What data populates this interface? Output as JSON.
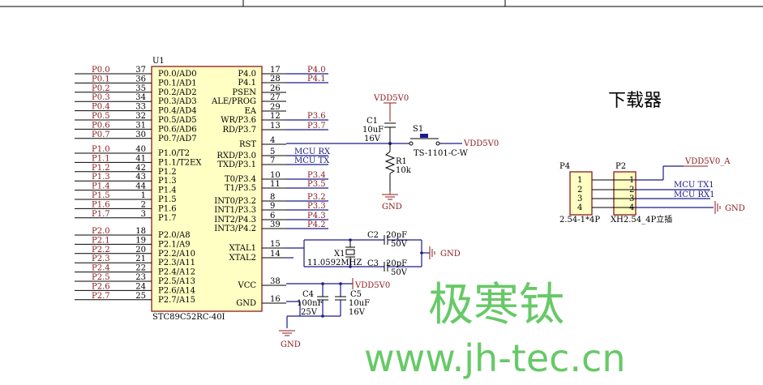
{
  "u1": {
    "designator": "U1",
    "part": "STC89C52RC-40I",
    "left_pins": [
      {
        "net": "P0.0",
        "num": "37",
        "name": "P0.0/AD0"
      },
      {
        "net": "P0.1",
        "num": "36",
        "name": "P0.1/AD1"
      },
      {
        "net": "P0.2",
        "num": "35",
        "name": "P0.2/AD2"
      },
      {
        "net": "P0.3",
        "num": "34",
        "name": "P0.3/AD3"
      },
      {
        "net": "P0.4",
        "num": "33",
        "name": "P0.4/AD4"
      },
      {
        "net": "P0.5",
        "num": "32",
        "name": "P0.5/AD5"
      },
      {
        "net": "P0.6",
        "num": "31",
        "name": "P0.6/AD6"
      },
      {
        "net": "P0.7",
        "num": "30",
        "name": "P0.7/AD7"
      },
      {
        "net": "P1.0",
        "num": "40",
        "name": "P1.0/T2"
      },
      {
        "net": "P1.1",
        "num": "41",
        "name": "P1.1/T2EX"
      },
      {
        "net": "P1.2",
        "num": "42",
        "name": "P1.2"
      },
      {
        "net": "P1.3",
        "num": "43",
        "name": "P1.3"
      },
      {
        "net": "P1.4",
        "num": "44",
        "name": "P1.4"
      },
      {
        "net": "P1.5",
        "num": "1",
        "name": "P1.5"
      },
      {
        "net": "P1.6",
        "num": "2",
        "name": "P1.6"
      },
      {
        "net": "P1.7",
        "num": "3",
        "name": "P1.7"
      },
      {
        "net": "P2.0",
        "num": "18",
        "name": "P2.0/A8"
      },
      {
        "net": "P2.1",
        "num": "19",
        "name": "P2.1/A9"
      },
      {
        "net": "P2.2",
        "num": "20",
        "name": "P2.2/A10"
      },
      {
        "net": "P2.3",
        "num": "21",
        "name": "P2.3/A11"
      },
      {
        "net": "P2.4",
        "num": "22",
        "name": "P2.4/A12"
      },
      {
        "net": "P2.5",
        "num": "23",
        "name": "P2.5/A13"
      },
      {
        "net": "P2.6",
        "num": "24",
        "name": "P2.6/A14"
      },
      {
        "net": "P2.7",
        "num": "25",
        "name": "P2.7/A15"
      }
    ],
    "right_pins": [
      {
        "name": "P4.0",
        "num": "17",
        "net": "P4.0"
      },
      {
        "name": "P4.1",
        "num": "28",
        "net": "P4.1"
      },
      {
        "name": "PSEN",
        "num": "26",
        "net": ""
      },
      {
        "name": "ALE/PROG",
        "num": "27",
        "net": ""
      },
      {
        "name": "EA",
        "num": "29",
        "net": ""
      },
      {
        "name": "WR/P3.6",
        "num": "12",
        "net": "P3.6"
      },
      {
        "name": "RD/P3.7",
        "num": "13",
        "net": "P3.7"
      },
      {
        "name": "RST",
        "num": "4",
        "net": ""
      },
      {
        "name": "RXD/P3.0",
        "num": "5",
        "net": "MCU RX"
      },
      {
        "name": "TXD/P3.1",
        "num": "7",
        "net": "MCU TX"
      },
      {
        "name": "T0/P3.4",
        "num": "10",
        "net": "P3.4"
      },
      {
        "name": "T1/P3.5",
        "num": "11",
        "net": "P3.5"
      },
      {
        "name": "INT0/P3.2",
        "num": "8",
        "net": "P3.2"
      },
      {
        "name": "INT1/P3.3",
        "num": "9",
        "net": "P3.3"
      },
      {
        "name": "INT2/P4.3",
        "num": "6",
        "net": "P4.3"
      },
      {
        "name": "INT3/P4.2",
        "num": "39",
        "net": "P4.2"
      },
      {
        "name": "XTAL1",
        "num": "15",
        "net": ""
      },
      {
        "name": "XTAL2",
        "num": "14",
        "net": ""
      },
      {
        "name": "VCC",
        "num": "38",
        "net": ""
      },
      {
        "name": "GND",
        "num": "16",
        "net": ""
      }
    ]
  },
  "reset": {
    "vdd": "VDD5V0",
    "c1": {
      "ref": "C1",
      "value": "10uF",
      "voltage": "16V"
    },
    "s1": {
      "ref": "S1",
      "part": "TS-1101-C-W",
      "net": "VDD5V0"
    },
    "r1": {
      "ref": "R1",
      "value": "10k"
    },
    "gnd": "GND"
  },
  "crystal": {
    "c2": {
      "ref": "C2",
      "value": "20pF",
      "voltage": "50V"
    },
    "c3": {
      "ref": "C3",
      "value": "20pF",
      "voltage": "50V"
    },
    "x1": {
      "ref": "X1",
      "value": "11.0592MHZ"
    },
    "gnd": "GND"
  },
  "power": {
    "vdd": "VDD5V0",
    "c4": {
      "ref": "C4",
      "value": "100nF",
      "voltage": "25V"
    },
    "c5": {
      "ref": "C5",
      "value": "10uF",
      "voltage": "16V"
    },
    "gnd": "GND"
  },
  "downloader": {
    "title": "下载器",
    "p4": {
      "ref": "P4",
      "part": "2.54-1*4P",
      "pins": [
        "1",
        "2",
        "3",
        "4"
      ]
    },
    "p2": {
      "ref": "P2",
      "part": "XH2.54_4P立插",
      "pins": [
        "1",
        "2",
        "3",
        "4"
      ]
    },
    "vdd": "VDD5V0_A",
    "net_tx": "MCU TX1",
    "net_rx": "MCU RX1",
    "gnd": "GND"
  },
  "watermark": {
    "cn": "极寒钛",
    "url": "www.jh-tec.cn"
  },
  "colors": {
    "wire": "#1a1a8b",
    "label": "#8b1a1a",
    "body_fill": "#ffffc4",
    "watermark": "#4cbf4c"
  }
}
